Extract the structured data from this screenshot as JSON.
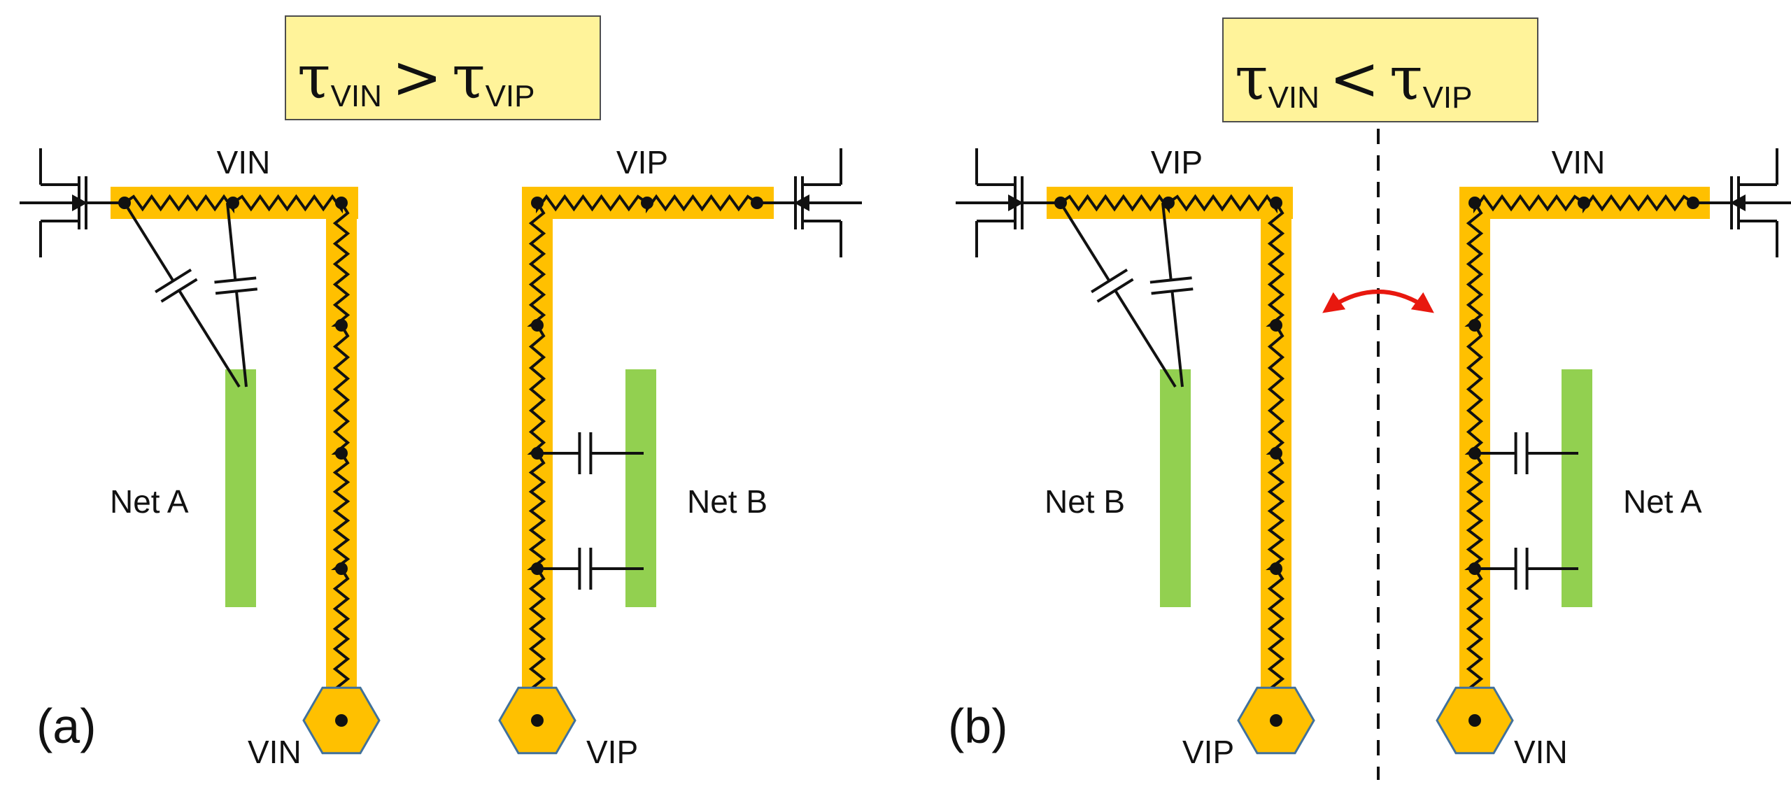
{
  "colors": {
    "wire": "#FFC000",
    "net": "#92D050",
    "box_fill": "#FFF39A",
    "box_border": "#4D4D4D",
    "pad_border": "#41719C",
    "arrow": "#E8180F",
    "ink": "#111111"
  },
  "icons": [
    "transistor-icon",
    "resistor-icon",
    "capacitor-icon",
    "pad-icon",
    "swap-arrow-icon"
  ],
  "panel_a": {
    "label": "(a)",
    "condition": {
      "tau": "τ",
      "sub_left": "VIN",
      "op": ">",
      "sub_right": "VIP"
    },
    "left_wire": {
      "top_label": "VIN",
      "pad_label": "VIN"
    },
    "right_wire": {
      "top_label": "VIP",
      "pad_label": "VIP"
    },
    "left_net": "Net A",
    "right_net": "Net B"
  },
  "panel_b": {
    "label": "(b)",
    "condition": {
      "tau": "τ",
      "sub_left": "VIN",
      "op": "<",
      "sub_right": "VIP"
    },
    "left_wire": {
      "top_label": "VIP",
      "pad_label": "VIP"
    },
    "right_wire": {
      "top_label": "VIN",
      "pad_label": "VIN"
    },
    "left_net": "Net B",
    "right_net": "Net A"
  }
}
